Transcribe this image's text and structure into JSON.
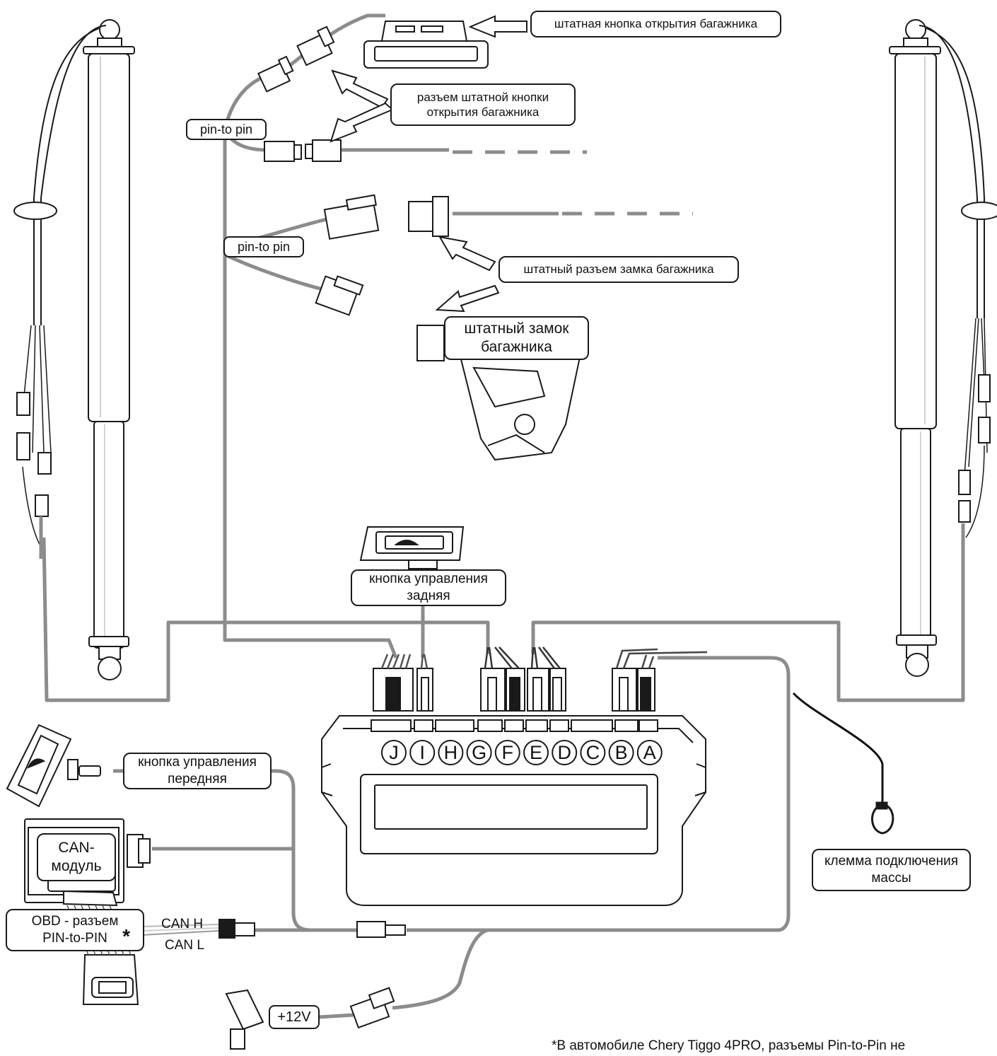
{
  "labels": {
    "trunk_button_std": "штатная кнопка открытия багажника",
    "trunk_button_connector": "разъем штатной кнопки\nоткрытия багажника",
    "pin_to_pin_top": "pin-to pin",
    "pin_to_pin_mid": "pin-to pin",
    "lock_connector_std": "штатный разъем замка багажника",
    "lock_std": "штатный замок\nбагажника",
    "rear_button": "кнопка управления\nзадняя",
    "front_button": "кнопка управления\nпередняя",
    "can_module": "CAN-\nмодуль",
    "obd_connector": "OBD - разъем\nPIN-to-PIN",
    "obd_asterisk": "*",
    "can_h": "CAN H",
    "can_l": "CAN L",
    "power": "+12V",
    "ground_terminal": "клемма подключения\nмассы",
    "footnote": "*В автомобиле Chery Tiggo 4PRO, разъемы Pin-to-Pin не"
  },
  "control_unit": {
    "ports": [
      "J",
      "I",
      "H",
      "G",
      "F",
      "E",
      "D",
      "C",
      "B",
      "A"
    ]
  },
  "colors": {
    "wire": "#8c8c8c",
    "wire_dark": "#4a4a4a",
    "outline": "#1a1a1a",
    "ground_wire": "#111111"
  }
}
